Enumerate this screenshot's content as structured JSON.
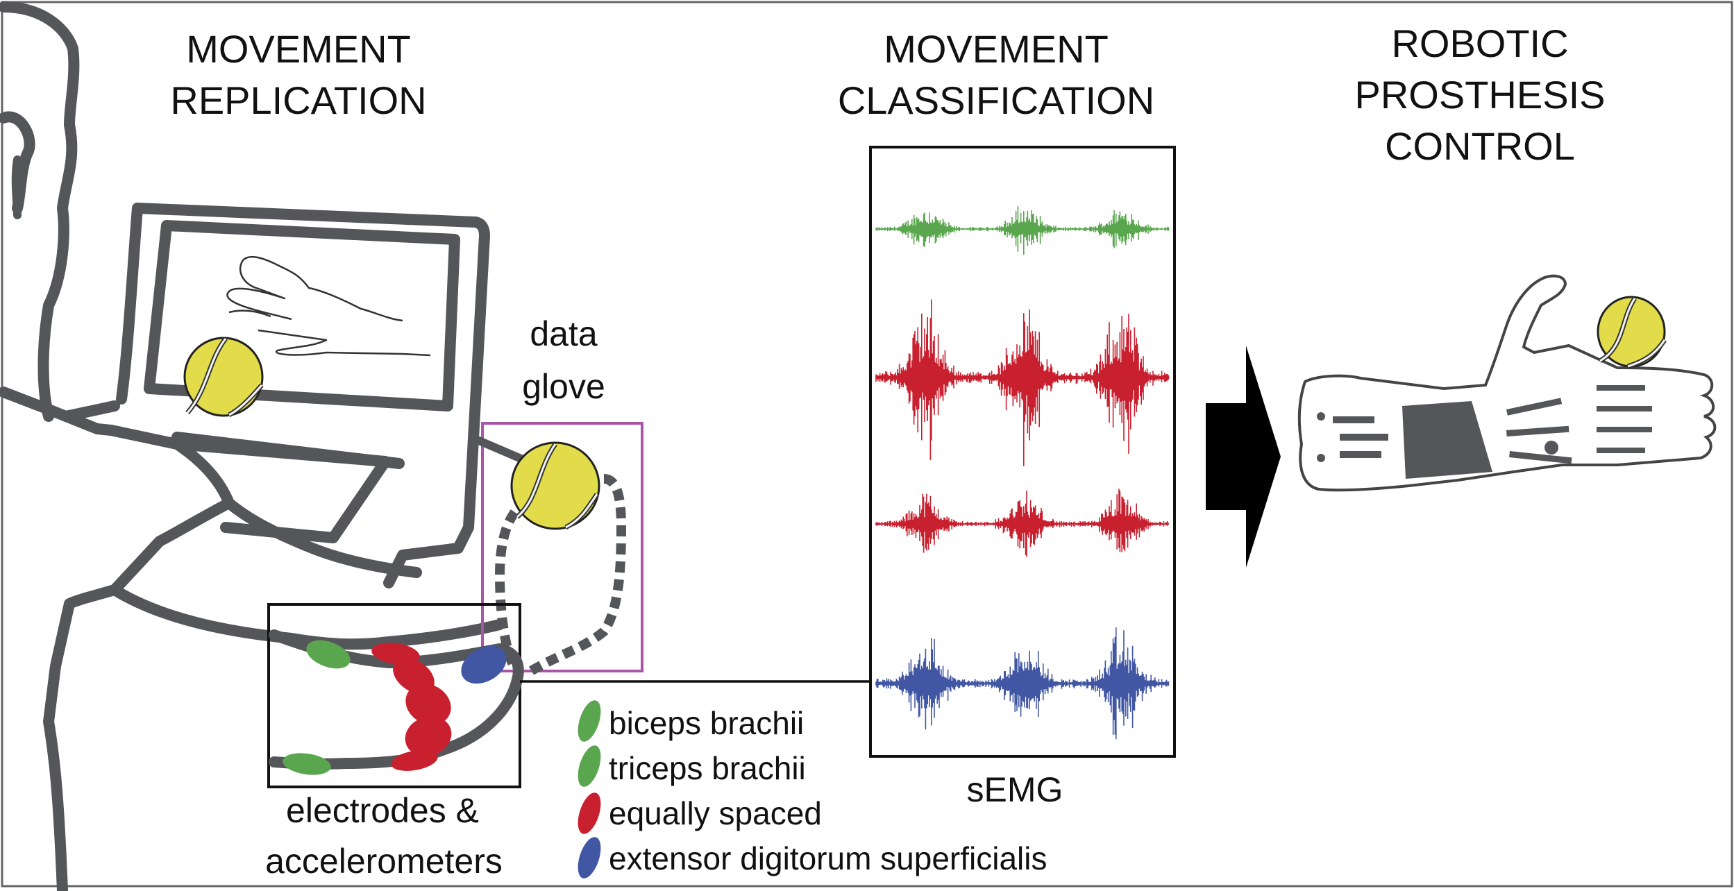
{
  "titles": {
    "replication": [
      "MOVEMENT",
      "REPLICATION"
    ],
    "classification": [
      "MOVEMENT",
      "CLASSIFICATION"
    ],
    "prosthesis": [
      "ROBOTIC",
      "PROSTHESIS",
      "CONTROL"
    ]
  },
  "labels": {
    "data_glove": [
      "data",
      "glove"
    ],
    "electrodes": [
      "electrodes &",
      "accelerometers"
    ],
    "semg": "sEMG"
  },
  "legend": [
    {
      "label": "biceps brachii",
      "color": "#5aa64f"
    },
    {
      "label": "triceps brachii",
      "color": "#5aa64f"
    },
    {
      "label": "equally spaced",
      "color": "#c9202f"
    },
    {
      "label": "extensor digitorum superficialis",
      "color": "#4257a3"
    }
  ],
  "semg_channels": [
    {
      "name": "biceps",
      "color": "#5aa64f",
      "amplitude": 0.55
    },
    {
      "name": "equally-spaced-1",
      "color": "#c9202f",
      "amplitude": 1.0
    },
    {
      "name": "equally-spaced-2",
      "color": "#c9202f",
      "amplitude": 0.65
    },
    {
      "name": "extensor",
      "color": "#4257a3",
      "amplitude": 0.85
    }
  ],
  "colors": {
    "sketch": "#55565a",
    "ball": "#e3dc4a",
    "glove_box": "#a855a8",
    "green": "#5aa64f",
    "red": "#c9202f",
    "blue": "#4257a3"
  }
}
